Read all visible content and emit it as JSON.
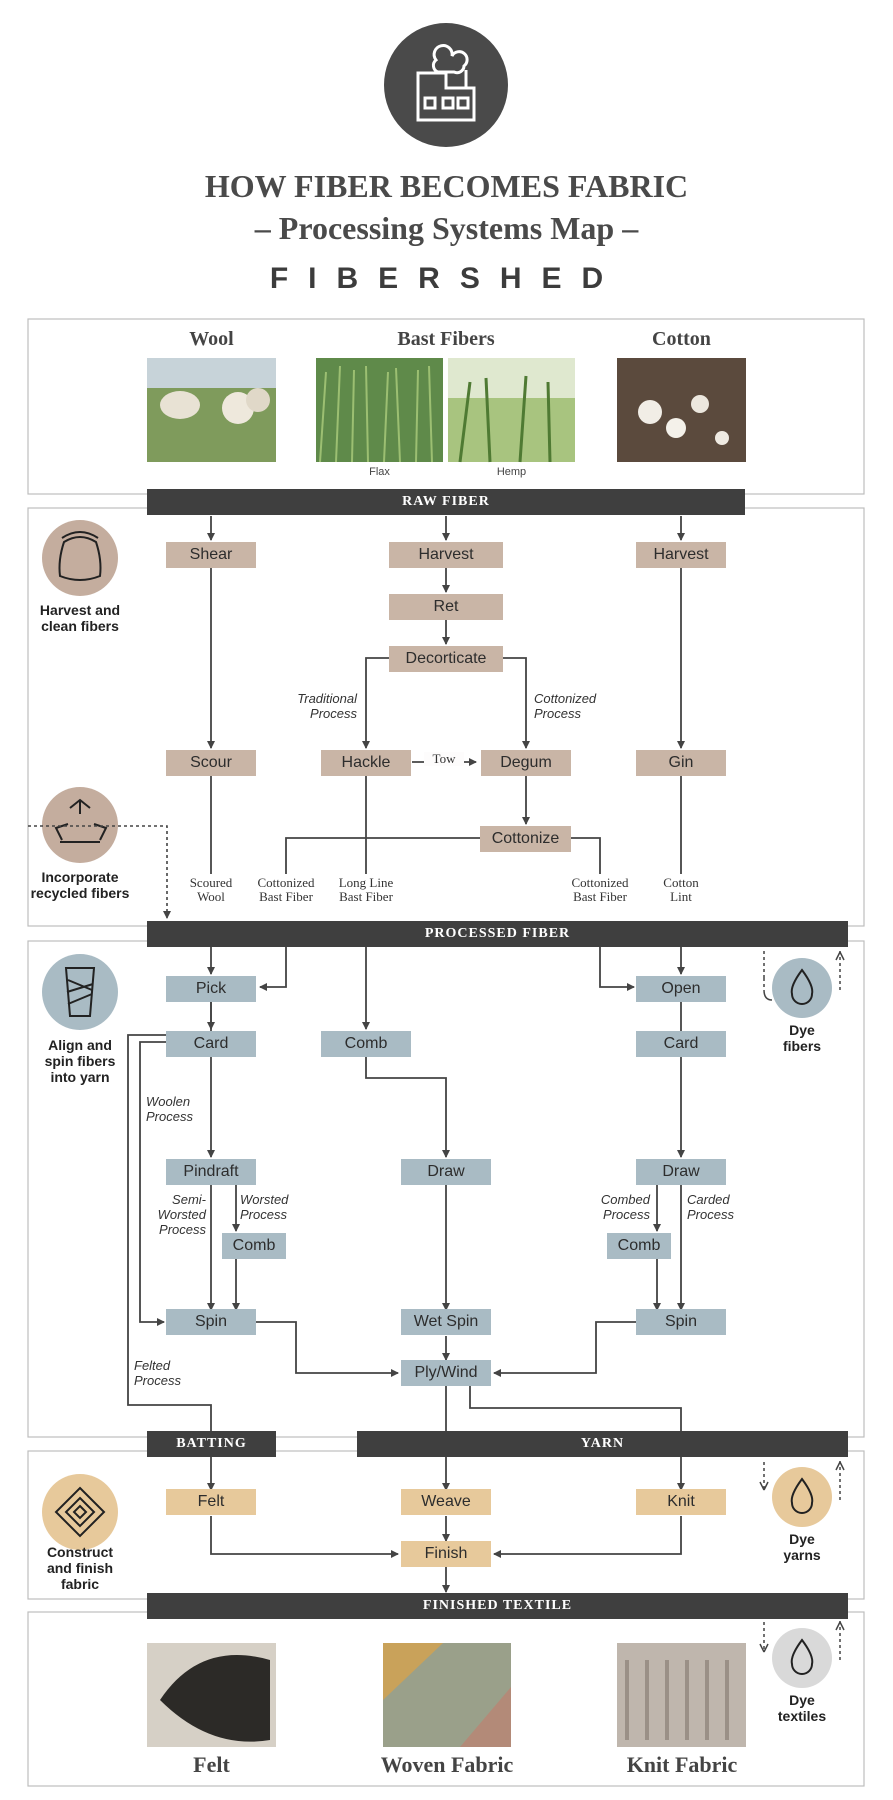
{
  "title": {
    "line1": "HOW FIBER BECOMES FABRIC",
    "line2": "– Processing Systems Map –",
    "brand": "FIBERSHED"
  },
  "fibers": {
    "wool": "Wool",
    "bast": "Bast Fibers",
    "cotton": "Cotton",
    "flax": "Flax",
    "hemp": "Hemp"
  },
  "bands": {
    "raw_fiber": "RAW FIBER",
    "processed_fiber": "PROCESSED FIBER",
    "batting": "BATTING",
    "yarn": "YARN",
    "finished_textile": "FINISHED TEXTILE"
  },
  "side_labels": {
    "harvest_clean": "Harvest and clean fibers",
    "recycled": "Incorporate recycled fibers",
    "align_spin": "Align and spin fibers into yarn",
    "construct": "Construct and finish fabric",
    "dye_fibers": "Dye fibers",
    "dye_yarns": "Dye yarns",
    "dye_textiles": "Dye textiles"
  },
  "steps": {
    "shear": "Shear",
    "harvest_bast": "Harvest",
    "harvest_cotton": "Harvest",
    "ret": "Ret",
    "decorticate": "Decorticate",
    "scour": "Scour",
    "hackle": "Hackle",
    "degum": "Degum",
    "gin": "Gin",
    "cottonize": "Cottonize",
    "pick": "Pick",
    "open": "Open",
    "card_wool": "Card",
    "comb_bast": "Comb",
    "card_cotton": "Card",
    "pindraft": "Pindraft",
    "draw_bast": "Draw",
    "draw_cotton": "Draw",
    "comb_wool": "Comb",
    "comb_cotton": "Comb",
    "spin_wool": "Spin",
    "wet_spin": "Wet Spin",
    "spin_cotton": "Spin",
    "ply_wind": "Ply/Wind",
    "felt": "Felt",
    "weave": "Weave",
    "knit": "Knit",
    "finish": "Finish"
  },
  "process_labels": {
    "traditional": "Traditional Process",
    "cottonized": "Cottonized Process",
    "tow": "Tow",
    "woolen": "Woolen Process",
    "semi_worsted": "Semi- Worsted Process",
    "worsted": "Worsted Process",
    "combed": "Combed Process",
    "carded": "Carded Process",
    "felted": "Felted Process"
  },
  "outputs": {
    "scoured_wool": "Scoured Wool",
    "cottonized_bast_1": "Cottonized Bast Fiber",
    "long_line": "Long Line Bast Fiber",
    "cottonized_bast_2": "Cottonized Bast Fiber",
    "cotton_lint": "Cotton Lint"
  },
  "finished": {
    "felt": "Felt",
    "woven": "Woven Fabric",
    "knit": "Knit Fabric"
  },
  "colors": {
    "band": "#3f3f3f",
    "harvest_step": "#c9b5a6",
    "spin_step": "#a9bbc4",
    "fabric_step": "#e7c99b",
    "icon_dark": "#4a4a4a"
  }
}
